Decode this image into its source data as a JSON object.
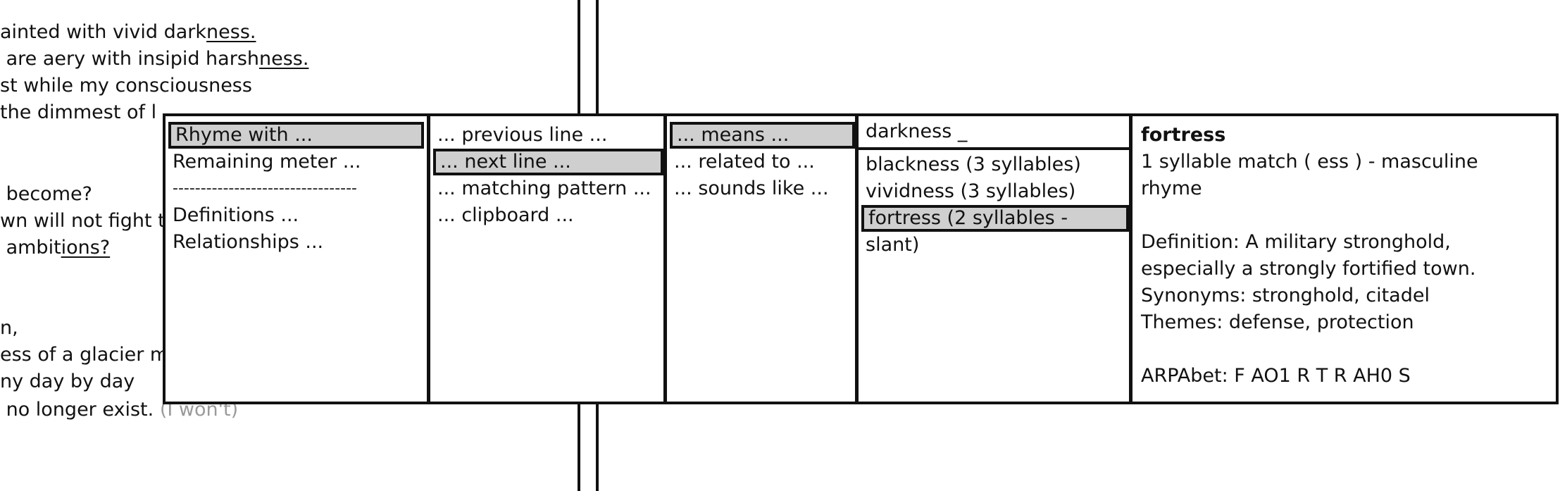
{
  "poem": {
    "lines": [
      {
        "pre": "ainted with vivid dark",
        "u": "ness.",
        "post": "",
        "ghost": ""
      },
      {
        "pre": " are aery with insipid harsh",
        "u": "ness.",
        "post": "",
        "ghost": ""
      },
      {
        "pre": "st while my consciousness",
        "u": "",
        "post": "",
        "ghost": ""
      },
      {
        "pre": "the dimmest of l",
        "u": "",
        "post": "",
        "ghost": ""
      },
      {
        "pre": "",
        "u": "",
        "post": "",
        "ghost": ""
      },
      {
        "pre": " become?",
        "u": "",
        "post": "",
        "ghost": ""
      },
      {
        "pre": "wn will not fight to",
        "u": "",
        "post": "",
        "ghost": ""
      },
      {
        "pre": " ambit",
        "u": "ions?",
        "post": "",
        "ghost": ""
      },
      {
        "pre": "",
        "u": "",
        "post": "",
        "ghost": ""
      },
      {
        "pre": "",
        "u": "",
        "post": "",
        "ghost": ""
      },
      {
        "pre": "n,",
        "u": "",
        "post": "",
        "ghost": ""
      },
      {
        "pre": "ess of a glacier m",
        "u": "",
        "post": "",
        "ghost": ""
      },
      {
        "pre": "ny day by day",
        "u": "",
        "post": "",
        "ghost": ""
      },
      {
        "pre": " no longer exist. ",
        "u": "",
        "post": "",
        "ghost": "(I won't)"
      }
    ]
  },
  "menu1": {
    "rhyme_with": "Rhyme with ...",
    "remaining_meter": "Remaining meter ...",
    "separator": "---------------------------------",
    "definitions": "Definitions ...",
    "relationships": "Relationships ..."
  },
  "menu2": {
    "previous_line": "... previous line ...",
    "next_line": "... next line ...",
    "matching_pattern": "... matching pattern ...",
    "clipboard": "... clipboard ..."
  },
  "menu3": {
    "means": "... means ...",
    "related_to": "... related to ...",
    "sounds_like": "... sounds like ..."
  },
  "results": {
    "query": "darkness _",
    "items": [
      "blackness (3 syllables)",
      "vividness (3 syllables)",
      "fortress (2 syllables -",
      "slant)"
    ]
  },
  "detail": {
    "word": "fortress",
    "match_line1": "1 syllable match ( ess ) - masculine",
    "match_line2": "rhyme",
    "definition_line1": "Definition: A military stronghold,",
    "definition_line2": "especially a strongly fortified town.",
    "synonyms": "Synonyms: stronghold, citadel",
    "themes": "Themes: defense, protection",
    "arpabet": "ARPAbet: F AO1 R T R AH0 S"
  }
}
